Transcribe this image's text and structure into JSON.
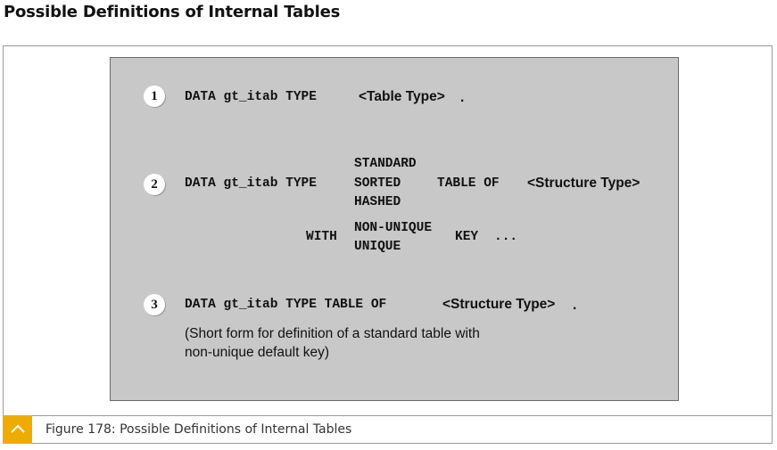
{
  "page_title": "Possible Definitions of Internal Tables",
  "slide": {
    "def1": {
      "number": "1",
      "code": "DATA gt_itab TYPE",
      "arg": "<Table Type>",
      "dot": "."
    },
    "def2": {
      "number": "2",
      "code": "DATA gt_itab TYPE",
      "kinds": [
        "STANDARD",
        "SORTED",
        "HASHED"
      ],
      "table_of": "TABLE OF",
      "arg": "<Structure Type>",
      "with": "WITH",
      "keys": [
        "NON-UNIQUE",
        "UNIQUE"
      ],
      "key": "KEY",
      "ellipsis": "..."
    },
    "def3": {
      "number": "3",
      "code": "DATA gt_itab TYPE TABLE OF",
      "arg": "<Structure Type>",
      "dot": ".",
      "note_line1": "(Short form for definition of a standard table with",
      "note_line2": "non-unique default key)"
    }
  },
  "caption": {
    "text": "Figure 178: Possible Definitions of Internal Tables",
    "accent_color": "#f0ab00",
    "icon": "chevron-up-icon"
  }
}
